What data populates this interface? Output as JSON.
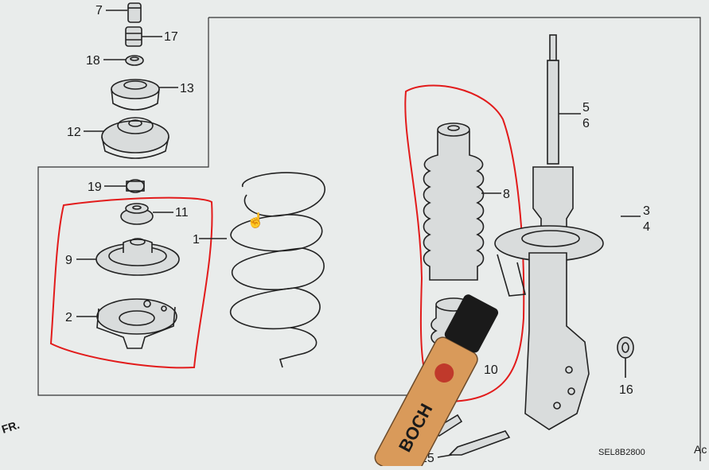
{
  "diagram": {
    "part_labels": {
      "p7": "7",
      "p17": "17",
      "p18": "18",
      "p13": "13",
      "p12": "12",
      "p19": "19",
      "p11": "11",
      "p9": "9",
      "p2": "2",
      "p1": "1",
      "p8": "8",
      "p5": "5",
      "p6": "6",
      "p3": "3",
      "p4": "4",
      "p10": "10",
      "p16": "16",
      "p15": "15"
    },
    "drawing_code": "SEL8B2800",
    "corner_text_left": "FR.",
    "corner_text_right": "Ac",
    "marker_text": "BOCH"
  },
  "colors": {
    "paper": "#e9eceb",
    "line": "#222222",
    "highlight": "#e21b1b",
    "marker_body": "#d99a5a",
    "marker_cap": "#1a1a1a",
    "marker_logo": "#c0392b"
  }
}
